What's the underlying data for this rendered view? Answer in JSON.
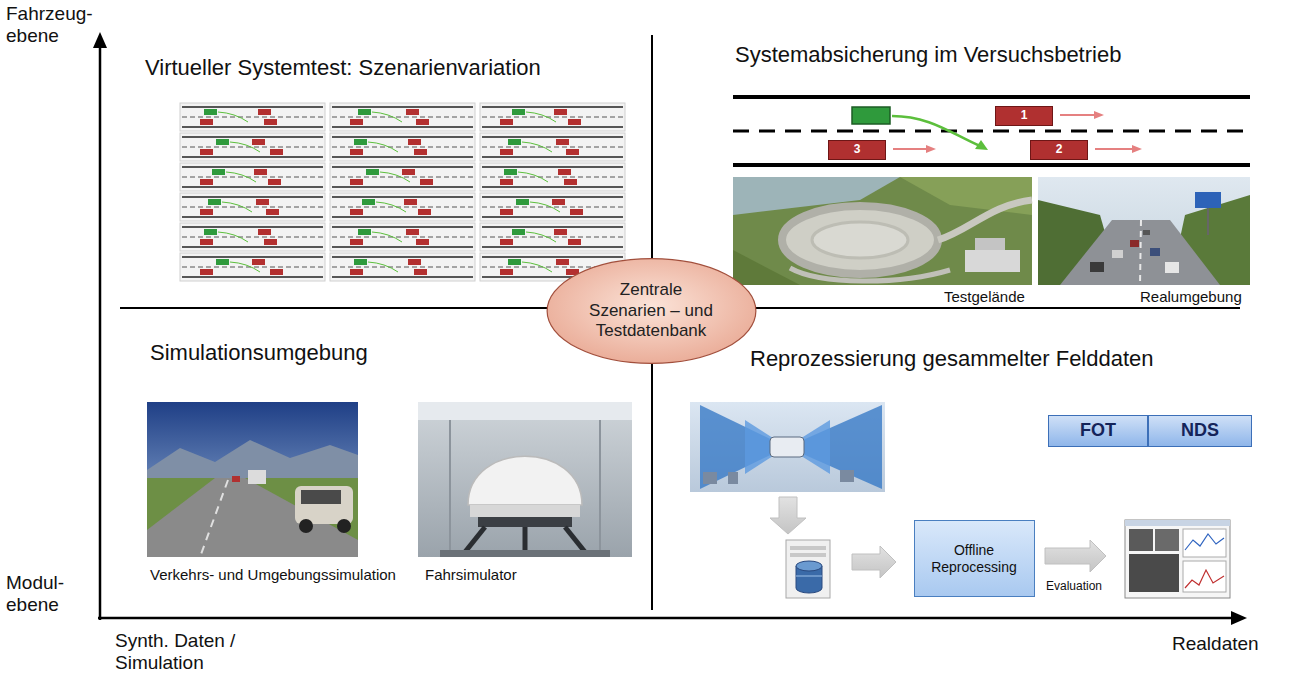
{
  "diagram": {
    "nodes": [
      {
        "text": [
          "1"
        ]
      },
      {
        "text": [
          "3"
        ]
      },
      {
        "text": [
          "2"
        ]
      },
      {
        "text": [
          "Zentrale Szenarien – und Testdatenbank"
        ]
      },
      {
        "text": [
          "FOT"
        ]
      },
      {
        "text": [
          "NDS"
        ]
      },
      {
        "text": [
          "Offline Reprocessing"
        ]
      }
    ],
    "labels": [
      "Fahrzeug- ebene",
      "Modul- ebene",
      "Synth. Daten / Simulation",
      "Realdaten",
      "Virtueller Systemtest: Szenarienvariation",
      "Systemabsicherung im Versuchsbetrieb",
      "Testgelände",
      "Realumgebung",
      "Simulationsumgebung",
      "Verkehrs- und Umgebungssimulation",
      "Fahrsimulator",
      "Reprozessierung gesammelter Felddaten",
      "Evaluation"
    ]
  }
}
